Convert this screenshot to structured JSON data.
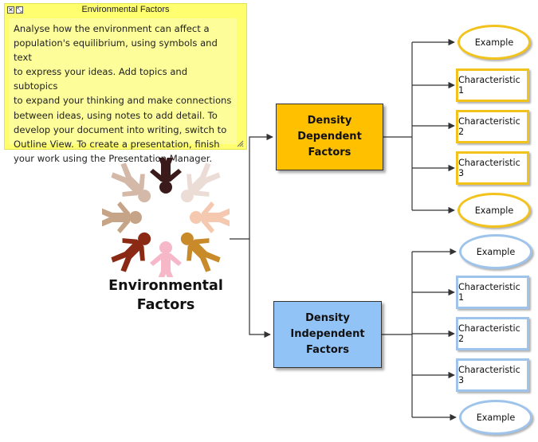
{
  "note": {
    "title": "Environmental Factors",
    "close_glyph": "✕",
    "expand_glyph": "⤡",
    "lines": [
      "Analyse how the environment can affect a",
      "population's equilibrium, using symbols and text",
      "to express your ideas. Add topics and subtopics",
      "to expand your thinking and make connections",
      "between ideas, using notes to add detail. To",
      "develop your document into writing, switch to",
      "Outline View. To create a presentation, finish",
      "your work using the Presentation Manager."
    ]
  },
  "central": {
    "label_line1": "Environmental",
    "label_line2": "Factors"
  },
  "density_dependent": {
    "line1": "Density",
    "line2": "Dependent",
    "line3": "Factors",
    "subtopics": [
      "Example",
      "Characteristic 1",
      "Characteristic 2",
      "Characteristic 3",
      "Example"
    ]
  },
  "density_independent": {
    "line1": "Density",
    "line2": "Independent",
    "line3": "Factors",
    "subtopics": [
      "Example",
      "Characteristic 1",
      "Characteristic 2",
      "Characteristic 3",
      "Example"
    ]
  },
  "colors": {
    "note_bg": "#fefe6e",
    "dependent_fill": "#ffc000",
    "dependent_border": "#f2c21d",
    "independent_fill": "#91c3f7",
    "independent_border": "#9ec4ec"
  }
}
